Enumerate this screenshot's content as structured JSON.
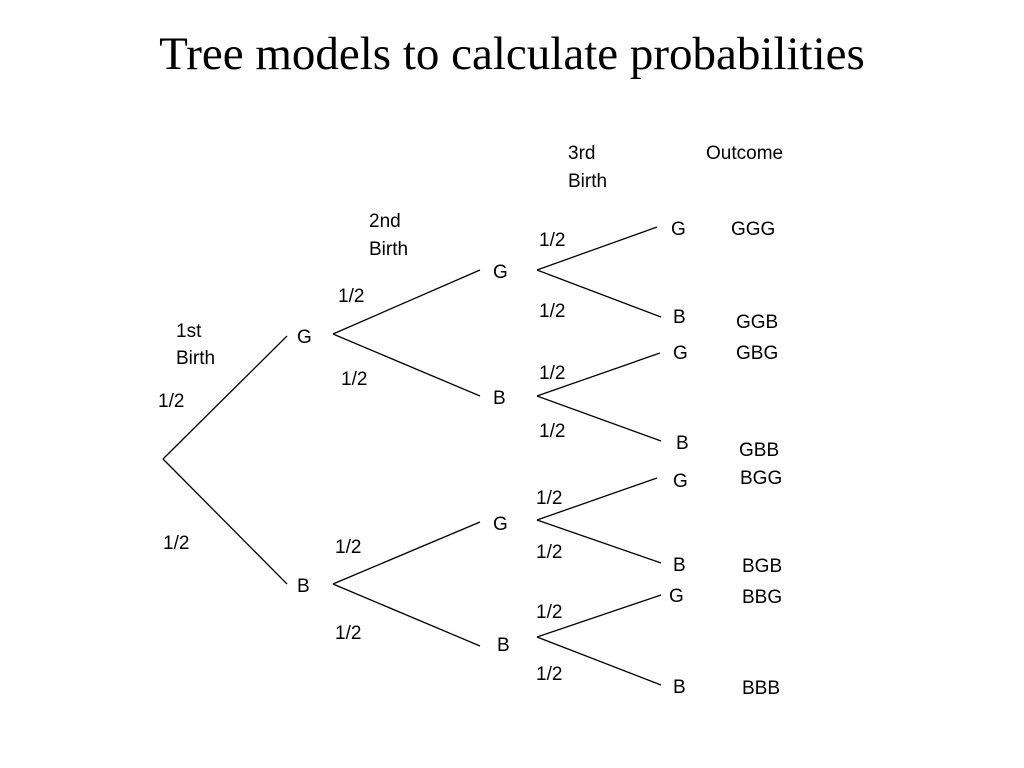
{
  "title": "Tree models to calculate probabilities",
  "headers": {
    "first_birth": [
      "1st",
      "Birth"
    ],
    "second_birth": [
      "2nd",
      "Birth"
    ],
    "third_birth": [
      "3rd",
      "Birth"
    ],
    "outcome": "Outcome"
  },
  "level1": [
    "G",
    "B"
  ],
  "level2": [
    "G",
    "B",
    "G",
    "B"
  ],
  "level3": [
    "G",
    "B",
    "G",
    "B",
    "G",
    "B",
    "G",
    "B"
  ],
  "branch_probabilities": {
    "level1": [
      "1/2",
      "1/2"
    ],
    "level2": [
      "1/2",
      "1/2",
      "1/2",
      "1/2"
    ],
    "level3": [
      "1/2",
      "1/2",
      "1/2",
      "1/2",
      "1/2",
      "1/2",
      "1/2",
      "1/2"
    ]
  },
  "outcomes": [
    "GGG",
    "GGB",
    "GBG",
    "GBB",
    "BGG",
    "BGB",
    "BBG",
    "BBB"
  ]
}
